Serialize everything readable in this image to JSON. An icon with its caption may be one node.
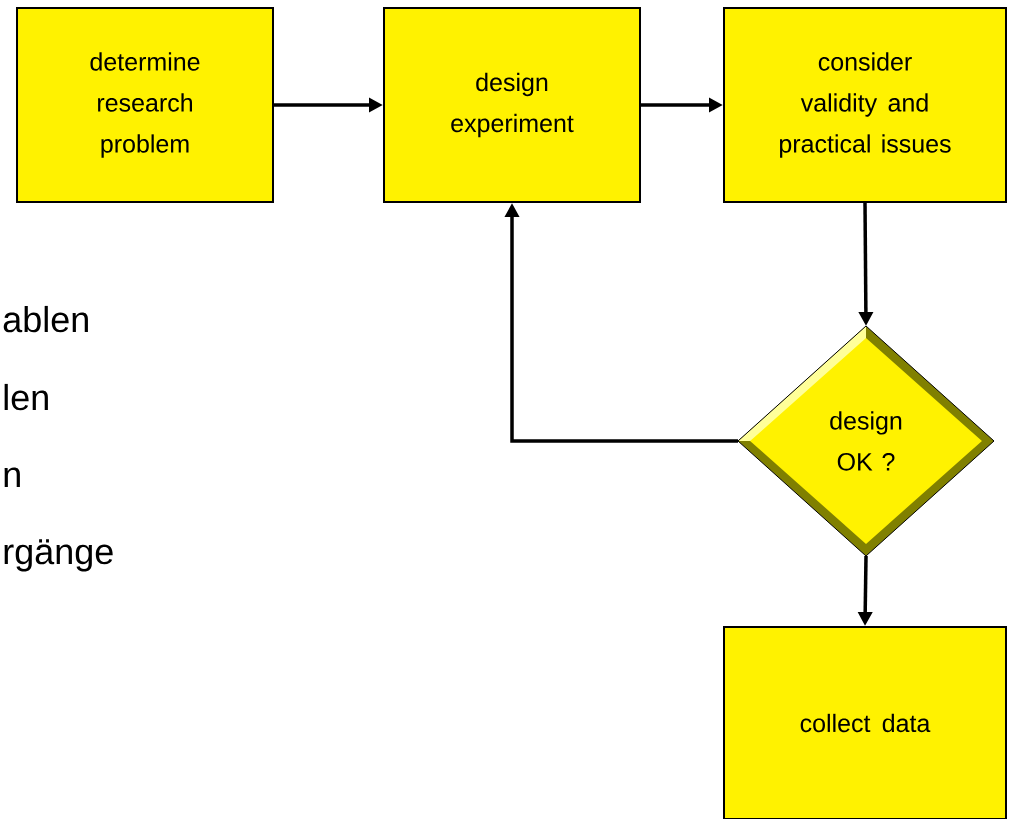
{
  "diagram": {
    "nodes": [
      {
        "text": [
          "determine research problem"
        ]
      },
      {
        "text": [
          "design experiment"
        ]
      },
      {
        "text": [
          "consider validity and practical issues"
        ]
      },
      {
        "text": [
          "design OK ?"
        ]
      },
      {
        "text": [
          "collect data"
        ]
      }
    ],
    "edges": [
      {
        "from": 0,
        "to": 1,
        "arrow": "to"
      },
      {
        "from": 1,
        "to": 2,
        "arrow": "to"
      },
      {
        "from": 2,
        "to": 3,
        "arrow": "to"
      },
      {
        "from": 3,
        "to": 1,
        "arrow": "to"
      },
      {
        "from": 3,
        "to": 4,
        "arrow": "to"
      }
    ],
    "labels": [
      "ablen",
      "len",
      "n",
      "rgänge"
    ]
  }
}
